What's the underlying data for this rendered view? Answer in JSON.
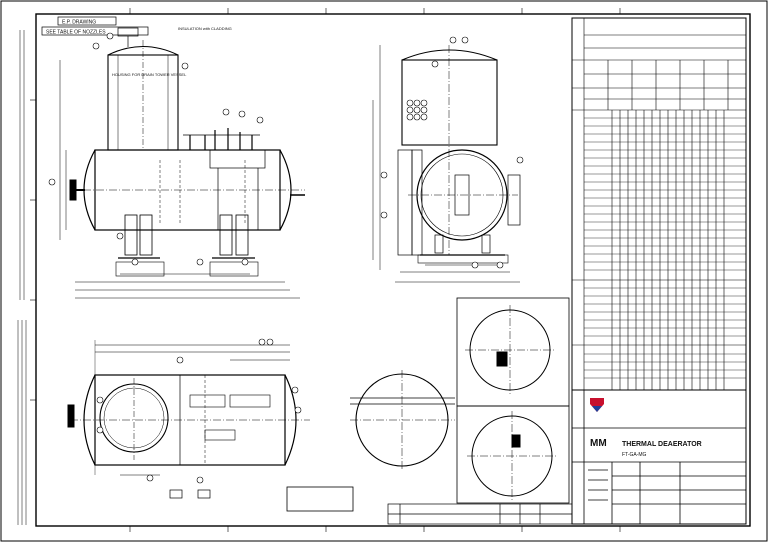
{
  "sheet": {
    "top_left_box": "E.P. DRAWING",
    "top_left_ref": "SEE TABLE OF NOZZLES"
  },
  "front_view": {
    "tower_note": "HOUSING FOR DRAIN TOWER VESSEL",
    "nozzle_callout": "INSULATION with CLADDING"
  },
  "title_block": {
    "company_logo_text": "MM",
    "title_line1": "THERMAL DEAERATOR",
    "title_line2": "FT-GA-MG"
  },
  "icons": {
    "logo_mark": "company-logo-icon"
  }
}
